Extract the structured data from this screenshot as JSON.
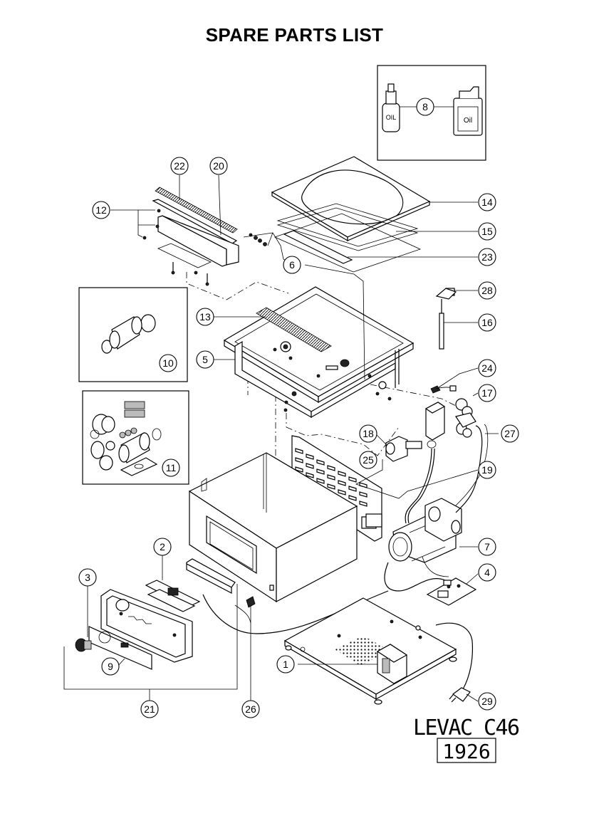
{
  "title": "SPARE PARTS LIST",
  "model": {
    "name": "LEVAC  C46",
    "code": "1926"
  },
  "callouts": [
    "1",
    "2",
    "3",
    "4",
    "5",
    "6",
    "7",
    "8",
    "9",
    "10",
    "11",
    "12",
    "13",
    "14",
    "15",
    "16",
    "17",
    "18",
    "19",
    "20",
    "21",
    "22",
    "23",
    "24",
    "25",
    "26",
    "27",
    "28",
    "29"
  ],
  "labels": {
    "oil": "OIL",
    "oil_can": "Oil"
  }
}
